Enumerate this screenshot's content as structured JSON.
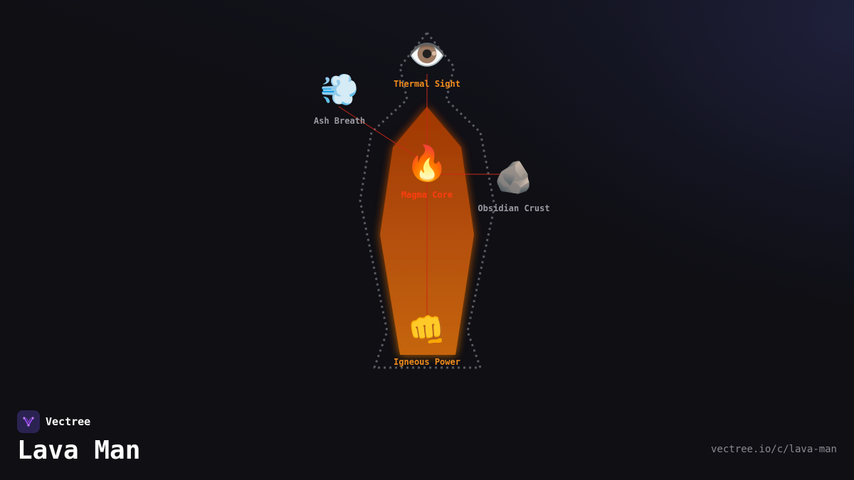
{
  "brand": {
    "name": "Vectree",
    "logo_icon": "vectree-logo-icon",
    "logo_bg": "#2a2352",
    "logo_accent": "#a64dff"
  },
  "page": {
    "title": "Lava Man",
    "url": "vectree.io/c/lava-man"
  },
  "skill_tree": {
    "nodes": [
      {
        "id": "thermal-sight",
        "label": "Thermal Sight",
        "glyph": "👁️",
        "icon": "eye-icon",
        "state": "active"
      },
      {
        "id": "ash-breath",
        "label": "Ash Breath",
        "glyph": "💨",
        "icon": "dash-wind-icon",
        "state": "inactive"
      },
      {
        "id": "magma-core",
        "label": "Magma Core",
        "glyph": "🔥",
        "icon": "fire-icon",
        "state": "core"
      },
      {
        "id": "obsidian-crust",
        "label": "Obsidian Crust",
        "glyph": "🪨",
        "icon": "rock-icon",
        "state": "inactive"
      },
      {
        "id": "igneous-power",
        "label": "Igneous Power",
        "glyph": "👊",
        "icon": "fist-icon",
        "state": "active"
      }
    ],
    "colors": {
      "active_label": "#f08c1e",
      "core_label": "#ff3c10",
      "inactive_label": "#9a9aa2",
      "body_fill_top": "#a83a06",
      "body_fill_bottom": "#d06a08",
      "connector": "#c8281a",
      "outline": "#5a5a62"
    }
  }
}
